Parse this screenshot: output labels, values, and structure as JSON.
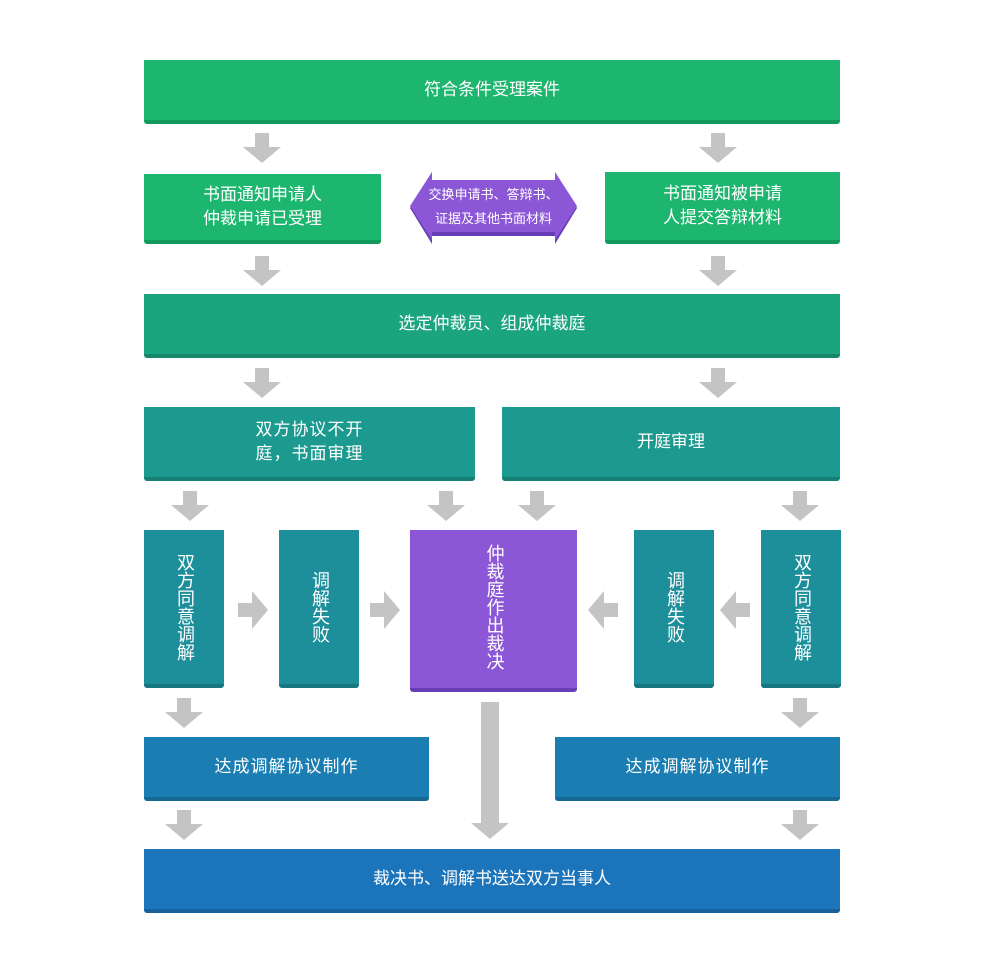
{
  "diagram": {
    "colors": {
      "green_top": "#1cb66f",
      "green_mid": "#1ba57f",
      "teal": "#1c9a8f",
      "teal_dark": "#1c8f9b",
      "purple": "#8b57d6",
      "blue": "#1b7eb2",
      "blue_final": "#1c75ba",
      "arrow_gray": "#c4c4c4"
    },
    "nodes": {
      "accept_case": "符合条件受理案件",
      "notify_applicant": "书面通知申请人\n仲裁申请已受理",
      "exchange_docs": "交换申请书、答辩书、\n证据及其他书面材料",
      "notify_respondent": "书面通知被申请\n人提交答辩材料",
      "select_arbitrators": "选定仲裁员、组成仲裁庭",
      "written_hearing": "双方协议不开\n庭，书面审理",
      "court_hearing": "开庭审理",
      "agree_mediation_left": "双方同意调解",
      "mediation_failed_left": "调解失败",
      "tribunal_award": "仲裁庭作出裁决",
      "mediation_failed_right": "调解失败",
      "agree_mediation_right": "双方同意调解",
      "mediation_agreement_left": "达成调解协议制作",
      "mediation_agreement_right": "达成调解协议制作",
      "deliver_documents": "裁决书、调解书送达双方当事人"
    }
  }
}
